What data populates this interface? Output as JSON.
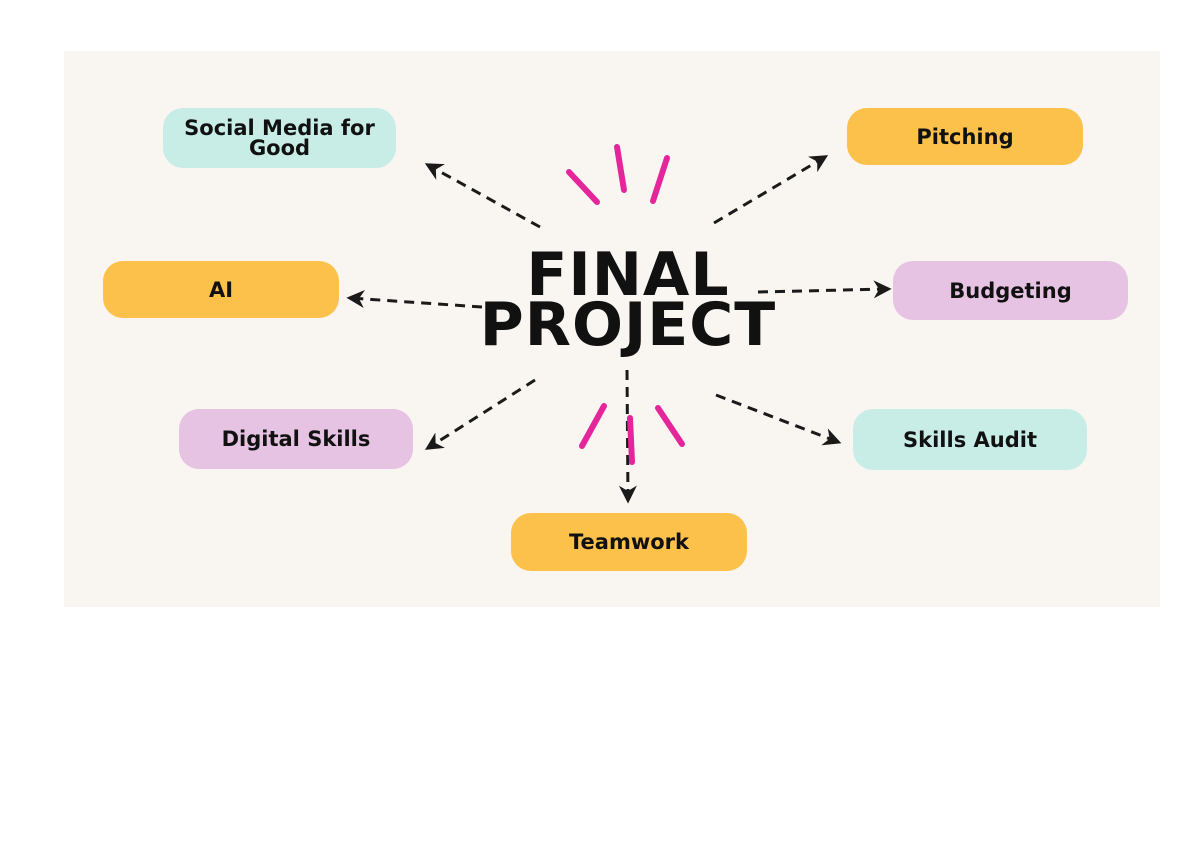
{
  "center": {
    "line1": "FINAL",
    "line2": "PROJECT"
  },
  "nodes": {
    "social": "Social Media for Good",
    "pitching": "Pitching",
    "ai": "AI",
    "budgeting": "Budgeting",
    "digital": "Digital Skills",
    "skills_audit": "Skills Audit",
    "teamwork": "Teamwork"
  },
  "colors": {
    "background": "#f9f6f1",
    "teal": "#c8ece6",
    "orange": "#fbc14a",
    "lavender": "#e6c2e3",
    "accent_sparks": "#e5269b",
    "arrows": "#1a1a1a"
  }
}
